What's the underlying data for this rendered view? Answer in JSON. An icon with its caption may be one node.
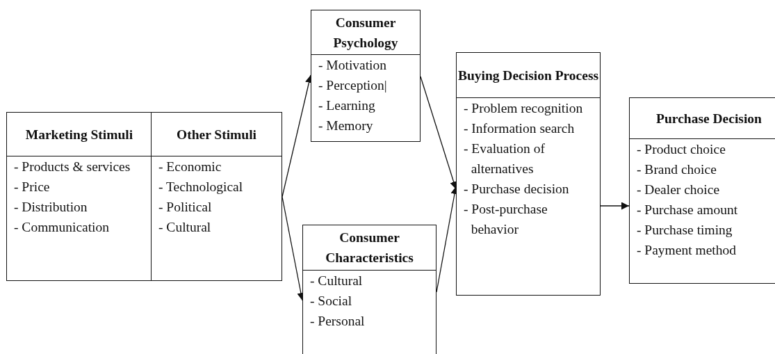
{
  "diagram": {
    "nodes": [
      {
        "text": [
          "Marketing Stimuli",
          "- Products & services",
          "- Price",
          "- Distribution",
          "- Communication"
        ]
      },
      {
        "text": [
          "Other Stimuli",
          "- Economic",
          "- Technological",
          "- Political",
          "- Cultural"
        ]
      },
      {
        "text": [
          "Consumer Psychology",
          "- Motivation",
          "- Perception|",
          "- Learning",
          "- Memory"
        ]
      },
      {
        "text": [
          "Consumer Characteristics",
          "- Cultural",
          "- Social",
          "- Personal"
        ]
      },
      {
        "text": [
          "Buying Decision Process",
          "- Problem recognition",
          "- Information search",
          "- Evaluation of alternatives",
          "- Purchase decision",
          "- Post-purchase behavior"
        ]
      },
      {
        "text": [
          "Purchase Decision",
          "- Product choice",
          "- Brand choice",
          "- Dealer choice",
          "- Purchase amount",
          "- Purchase timing",
          "- Payment method"
        ]
      }
    ],
    "edges": [
      {
        "from": 1,
        "to": 2,
        "arrow": "to"
      },
      {
        "from": 1,
        "to": 3,
        "arrow": "to"
      },
      {
        "from": 2,
        "to": 4,
        "arrow": "to"
      },
      {
        "from": 3,
        "to": 4,
        "arrow": "to"
      },
      {
        "from": 4,
        "to": 5,
        "arrow": "to"
      }
    ]
  }
}
